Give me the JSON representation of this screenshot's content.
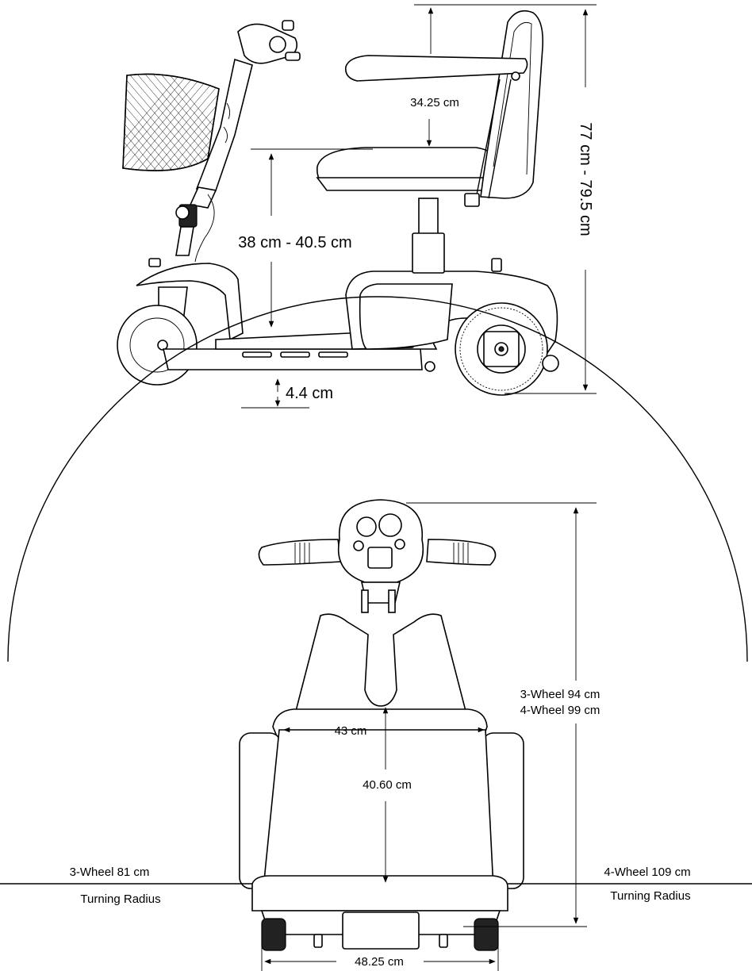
{
  "side_view": {
    "seat_back_height": "34.25 cm",
    "seat_height": "38 cm - 40.5 cm",
    "ground_clearance": "4.4 cm",
    "overall_height": "77 cm - 79.5 cm"
  },
  "top_view": {
    "seat_width": "43 cm",
    "seat_depth": "40.60 cm",
    "length_3_wheel": "3-Wheel 94 cm",
    "length_4_wheel": "4-Wheel 99 cm",
    "turning_radius_3_wheel": "3-Wheel 81 cm",
    "turning_radius_4_wheel": "4-Wheel 109 cm",
    "turning_radius_label": "Turning Radius",
    "overall_width": "48.25 cm"
  }
}
